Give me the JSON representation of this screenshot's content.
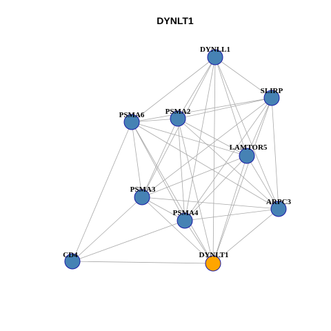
{
  "title": "DYNLT1",
  "colors": {
    "default_node": "#4682b4",
    "focus_node": "#ffa500",
    "node_border": "#1a1aa6",
    "edge": "#a8a8a8"
  },
  "nodes": [
    {
      "id": "DYNLL1",
      "label": "DYNLL1",
      "focus": false
    },
    {
      "id": "SLIRP",
      "label": "SLIRP",
      "focus": false
    },
    {
      "id": "PSMA6",
      "label": "PSMA6",
      "focus": false
    },
    {
      "id": "PSMA2",
      "label": "PSMA2",
      "focus": false
    },
    {
      "id": "LAMTOR5",
      "label": "LAMTOR5",
      "focus": false
    },
    {
      "id": "PSMA3",
      "label": "PSMA3",
      "focus": false
    },
    {
      "id": "ARPC3",
      "label": "ARPC3",
      "focus": false
    },
    {
      "id": "PSMA4",
      "label": "PSMA4",
      "focus": false
    },
    {
      "id": "CD4",
      "label": "CD4",
      "focus": false
    },
    {
      "id": "DYNLT1",
      "label": "DYNLT1",
      "focus": true
    }
  ],
  "edges": [
    [
      "DYNLL1",
      "SLIRP"
    ],
    [
      "DYNLL1",
      "PSMA6"
    ],
    [
      "DYNLL1",
      "PSMA2"
    ],
    [
      "DYNLL1",
      "LAMTOR5"
    ],
    [
      "DYNLL1",
      "PSMA3"
    ],
    [
      "DYNLL1",
      "PSMA4"
    ],
    [
      "DYNLL1",
      "ARPC3"
    ],
    [
      "DYNLL1",
      "DYNLT1"
    ],
    [
      "SLIRP",
      "PSMA6"
    ],
    [
      "SLIRP",
      "PSMA2"
    ],
    [
      "SLIRP",
      "LAMTOR5"
    ],
    [
      "SLIRP",
      "PSMA3"
    ],
    [
      "SLIRP",
      "PSMA4"
    ],
    [
      "SLIRP",
      "ARPC3"
    ],
    [
      "SLIRP",
      "DYNLT1"
    ],
    [
      "PSMA6",
      "PSMA2"
    ],
    [
      "PSMA6",
      "LAMTOR5"
    ],
    [
      "PSMA6",
      "PSMA3"
    ],
    [
      "PSMA6",
      "PSMA4"
    ],
    [
      "PSMA6",
      "ARPC3"
    ],
    [
      "PSMA6",
      "CD4"
    ],
    [
      "PSMA6",
      "DYNLT1"
    ],
    [
      "PSMA2",
      "LAMTOR5"
    ],
    [
      "PSMA2",
      "PSMA3"
    ],
    [
      "PSMA2",
      "PSMA4"
    ],
    [
      "PSMA2",
      "ARPC3"
    ],
    [
      "PSMA2",
      "DYNLT1"
    ],
    [
      "LAMTOR5",
      "PSMA3"
    ],
    [
      "LAMTOR5",
      "PSMA4"
    ],
    [
      "LAMTOR5",
      "ARPC3"
    ],
    [
      "LAMTOR5",
      "DYNLT1"
    ],
    [
      "PSMA3",
      "PSMA4"
    ],
    [
      "PSMA3",
      "ARPC3"
    ],
    [
      "PSMA3",
      "CD4"
    ],
    [
      "PSMA3",
      "DYNLT1"
    ],
    [
      "PSMA4",
      "ARPC3"
    ],
    [
      "PSMA4",
      "CD4"
    ],
    [
      "PSMA4",
      "DYNLT1"
    ],
    [
      "ARPC3",
      "DYNLT1"
    ],
    [
      "CD4",
      "DYNLT1"
    ]
  ]
}
